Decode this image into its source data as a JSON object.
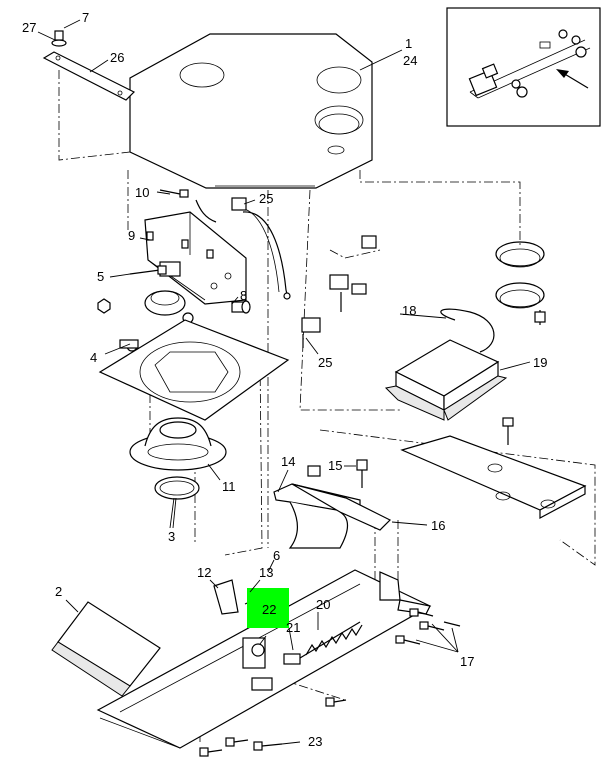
{
  "callouts": [
    "1",
    "24",
    "2",
    "3",
    "4",
    "5",
    "6",
    "7",
    "8",
    "9",
    "10",
    "11",
    "12",
    "13",
    "14",
    "15",
    "16",
    "17",
    "18",
    "19",
    "20",
    "21",
    "22",
    "23",
    "25",
    "25",
    "26",
    "27"
  ],
  "highlight": {
    "color": "#00ff00",
    "label": "22"
  },
  "inset": {
    "arrow": "arrow-icon"
  }
}
